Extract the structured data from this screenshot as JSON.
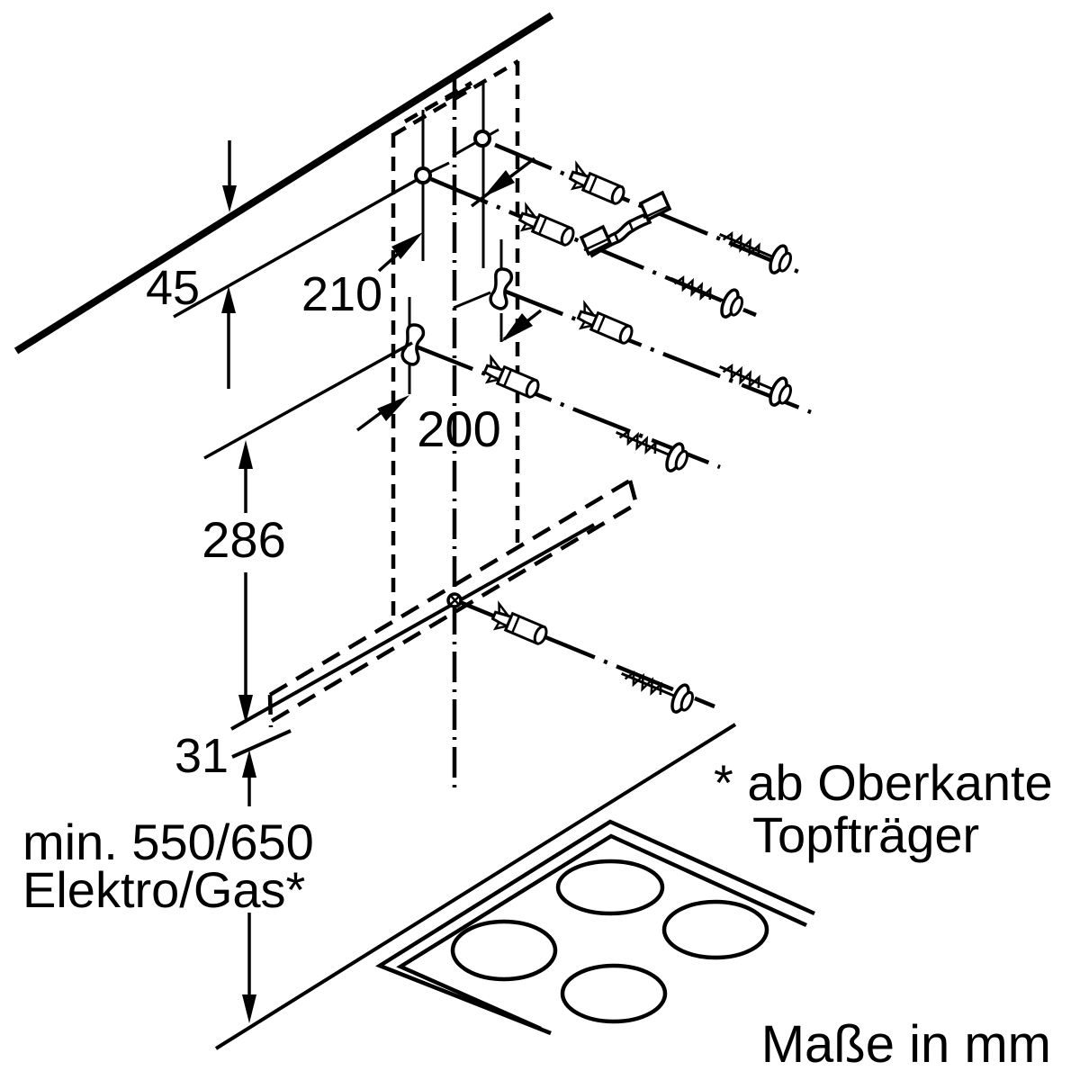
{
  "diagram": {
    "type": "installation-drawing",
    "dimensions": {
      "wall_to_hood_top": "45",
      "upper_bracket_holes": "210",
      "lower_holes": "200",
      "holes_to_rail": "286",
      "rail_to_hood_bottom": "31",
      "min_height_label": "min. 550/650",
      "min_height_sublabel": "Elektro/Gas*"
    },
    "footnote": {
      "line1": "* ab Oberkante",
      "line2": "Topfträger"
    },
    "units_note": "Maße in mm"
  }
}
